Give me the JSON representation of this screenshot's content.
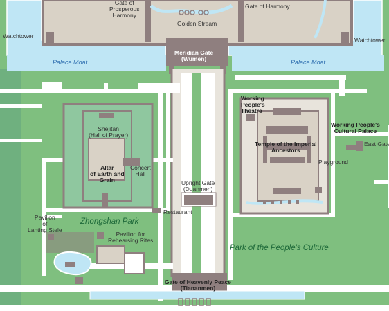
{
  "colors": {
    "grass": "#7fbf7f",
    "path": "#ffffff",
    "building": "#8f7f7f",
    "water": "#bfe6f5",
    "moat_text": "#2f6fb0",
    "park_text": "#1f6a3a"
  },
  "labels": {
    "gate_prosperous": "Gate of\nProsperous\nHarmony",
    "gate_harmony": "Gate of Harmony",
    "golden_stream": "Golden Stream",
    "watchtower_left": "Watchtower",
    "watchtower_right": "Watchtower",
    "palace_moat_left": "Palace Moat",
    "palace_moat_right": "Palace Moat",
    "meridian_gate": "Meridian Gate\n(Wumen)",
    "working_theatre": "Working\nPeople's\nTheatre",
    "shejitan": "Shejitan\n(Hall of Prayer)",
    "working_palace": "Working People's\nCultural Palace",
    "temple": "Temple of the Imperial\nAncestors",
    "east_gate": "East Gate",
    "altar": "Altar\nof Earth and\nGrain",
    "concert_hall": "Concert\nHall",
    "playground": "Playground",
    "upright_gate": "Upright Gate\n(Duanmen)",
    "restaurant": "Restaurant",
    "pavilion_lanting": "Pavilion\nof\nLanting Stele",
    "zhongshan_park": "Zhongshan Park",
    "pavilion_rites": "Pavilion for\nRehearsing Rites",
    "park_culture": "Park of the People's Culture",
    "tiananmen": "Gate of Heavenly Peace\n(Tiananmen)"
  }
}
